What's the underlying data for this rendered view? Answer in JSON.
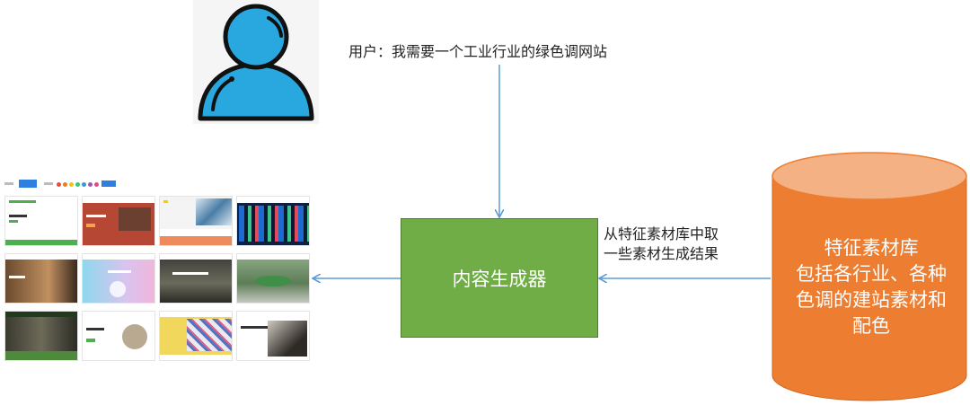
{
  "user": {
    "icon": "user-icon",
    "query": "用户：我需要一个工业行业的绿色调网站"
  },
  "generator": {
    "label": "内容生成器"
  },
  "database": {
    "icon": "database-cylinder",
    "lines": [
      "特征素材库",
      "包括各行业、各种",
      "色调的建站素材和",
      "配色"
    ]
  },
  "retrieve_label": {
    "lines": [
      "从特征素材库中取",
      "一些素材生成结果"
    ]
  },
  "result": {
    "type": "website-template-thumbnails",
    "rows": 3,
    "cols": 4
  },
  "colors": {
    "arrow": "#5b9bd5",
    "generator_fill": "#70ad47",
    "db_side": "#ed7d31",
    "db_top": "#f4b183",
    "user_icon": "#29a8e0"
  }
}
